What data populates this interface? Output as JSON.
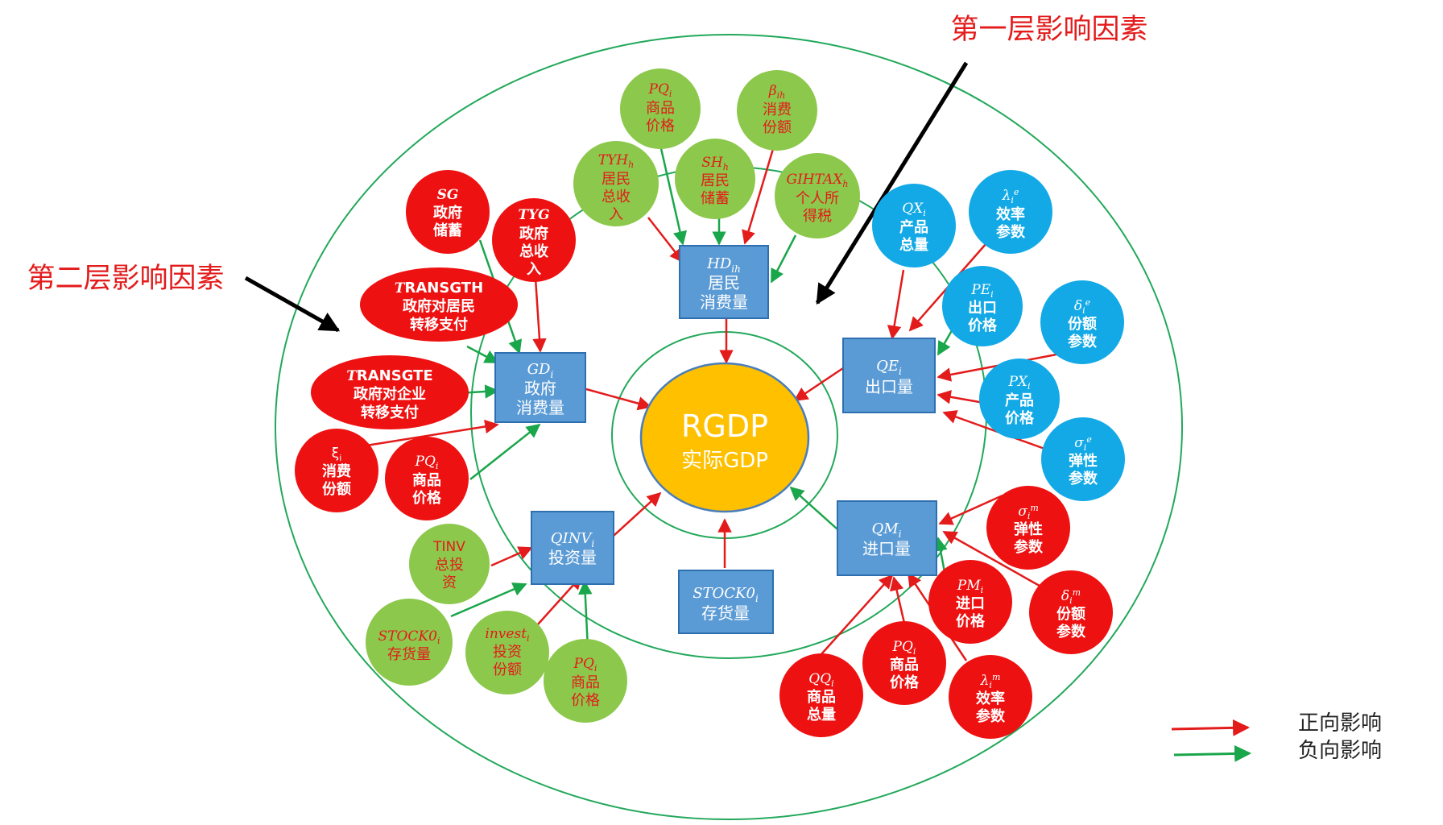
{
  "titles": {
    "layer1": "第一层影响因素",
    "layer2": "第二层影响因素"
  },
  "center": {
    "title": "RGDP",
    "subtitle": "实际GDP"
  },
  "boxes": {
    "hd": {
      "var": "HD",
      "sub": "ih",
      "line1": "居民",
      "line2": "消费量"
    },
    "gd": {
      "var": "GD",
      "sub": "i",
      "line1": "政府",
      "line2": "消费量"
    },
    "qe": {
      "var": "QE",
      "sub": "i",
      "line1": "出口量"
    },
    "qm": {
      "var": "QM",
      "sub": "i",
      "line1": "进口量"
    },
    "qinv": {
      "var": "QINV",
      "sub": "i",
      "line1": "投资量"
    },
    "stock": {
      "var": "STOCK0",
      "sub": "i",
      "line1": "存货量"
    }
  },
  "nodes": {
    "hd_pq": {
      "var": "PQ",
      "sub": "i",
      "l1": "商品",
      "l2": "价格"
    },
    "hd_beta": {
      "var": "β",
      "sub": "ih",
      "l1": "消费",
      "l2": "份额"
    },
    "hd_tyh": {
      "var": "TYH",
      "sub": "h",
      "l1": "居民",
      "l2": "总收",
      "l3": "入"
    },
    "hd_sh": {
      "var": "SH",
      "sub": "h",
      "l1": "居民",
      "l2": "储蓄"
    },
    "hd_gihtax": {
      "var": "GIHTAX",
      "sub": "h",
      "l1": "个人所",
      "l2": "得税"
    },
    "gd_sg": {
      "var": "SG",
      "l1": "政府",
      "l2": "储蓄"
    },
    "gd_tyg": {
      "var": "TYG",
      "l1": "政府",
      "l2": "总收",
      "l3": "入"
    },
    "gd_transgth": {
      "var": "T",
      "rest": "RANSGTH",
      "l1": "政府对居民",
      "l2": "转移支付"
    },
    "gd_transgte": {
      "var": "T",
      "rest": "RANSGTE",
      "l1": "政府对企业",
      "l2": "转移支付"
    },
    "gd_xi": {
      "var": "ξ",
      "sub": "i",
      "l1": "消费",
      "l2": "份额"
    },
    "gd_pq": {
      "var": "PQ",
      "sub": "i",
      "l1": "商品",
      "l2": "价格"
    },
    "qe_qx": {
      "var": "QX",
      "sub": "i",
      "l1": "产品",
      "l2": "总量"
    },
    "qe_lambda": {
      "var": "λ",
      "sub": "i",
      "sup": "e",
      "l1": "效率",
      "l2": "参数"
    },
    "qe_pe": {
      "var": "PE",
      "sub": "i",
      "l1": "出口",
      "l2": "价格"
    },
    "qe_delta": {
      "var": "δ",
      "sub": "i",
      "sup": "e",
      "l1": "份额",
      "l2": "参数"
    },
    "qe_px": {
      "var": "PX",
      "sub": "i",
      "l1": "产品",
      "l2": "价格"
    },
    "qe_sigma": {
      "var": "σ",
      "sub": "i",
      "sup": "e",
      "l1": "弹性",
      "l2": "参数"
    },
    "qm_sigma": {
      "var": "σ",
      "sub": "i",
      "sup": "m",
      "l1": "弹性",
      "l2": "参数"
    },
    "qm_pm": {
      "var": "PM",
      "sub": "i",
      "l1": "进口",
      "l2": "价格"
    },
    "qm_delta": {
      "var": "δ",
      "sub": "i",
      "sup": "m",
      "l1": "份额",
      "l2": "参数"
    },
    "qm_qq": {
      "var": "QQ",
      "sub": "i",
      "l1": "商品",
      "l2": "总量"
    },
    "qm_pq": {
      "var": "PQ",
      "sub": "i",
      "l1": "商品",
      "l2": "价格"
    },
    "qm_lambda": {
      "var": "λ",
      "sub": "i",
      "sup": "m",
      "l1": "效率",
      "l2": "参数"
    },
    "qinv_tinv": {
      "var": "TINV",
      "l1": "总投",
      "l2": "资"
    },
    "qinv_stock": {
      "var": "STOCK0",
      "sub": "i",
      "l1": "存货量"
    },
    "qinv_invest": {
      "var": "invest",
      "sub": "i",
      "l1": "投资",
      "l2": "份额"
    },
    "qinv_pq": {
      "var": "PQ",
      "sub": "i",
      "l1": "商品",
      "l2": "价格"
    }
  },
  "legend": {
    "positive": "正向影响",
    "negative": "负向影响",
    "positive_color": "#e31b1b",
    "negative_color": "#1aa64a"
  },
  "colors": {
    "red_node": "#ee1111",
    "green_node": "#8cc84b",
    "blue_node": "#12a9e6",
    "box": "#5b9bd5",
    "gdp": "#ffc000",
    "ring": "#22a85a"
  }
}
